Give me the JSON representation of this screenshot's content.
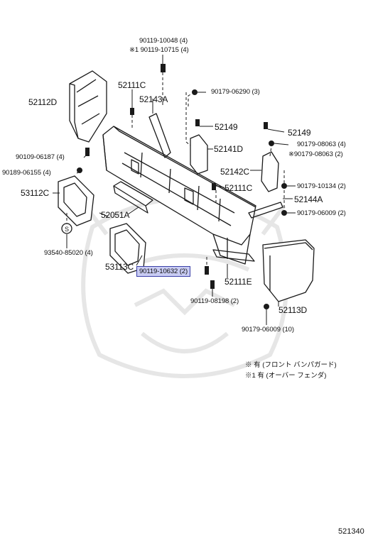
{
  "labels": {
    "p_90119_10048": "90119-10048 (4)",
    "p_90119_10715": "※1 90119-10715 (4)",
    "p_52111C_top": "52111C",
    "p_52143A": "52143A",
    "p_90179_06290": "90179-06290 (3)",
    "p_52112D": "52112D",
    "p_52149_a": "52149",
    "p_52149_b": "52149",
    "p_52141D": "52141D",
    "p_90179_08063_4": "90179-08063 (4)",
    "p_90179_08063_2": "※90179-08063 (2)",
    "p_90109_06187": "90109-06187 (4)",
    "p_52142C": "52142C",
    "p_90189_06155": "90189-06155 (4)",
    "p_52111C_mid": "52111C",
    "p_90179_10134": "90179-10134 (2)",
    "p_53112C": "53112C",
    "p_52144A": "52144A",
    "p_52051A": "52051A",
    "p_90179_06009_2": "90179-06009 (2)",
    "p_93540_85020": "93540-85020 (4)",
    "p_53113C": "53113C",
    "p_90119_10632": "90119-10632 (2)",
    "p_52111E": "52111E",
    "p_90119_08198": "90119-08198 (2)",
    "p_52113D": "52113D",
    "p_90179_06009_10": "90179-06009 (10)",
    "note1": "※  有 (フロント  バンパガード)",
    "note2": "※1 有 (オーバー  フェンダ)",
    "diagram_code": "521340"
  },
  "colors": {
    "line": "#1a1a1a",
    "highlight_fill": "#c9ccf3",
    "highlight_border": "#3a3fa8",
    "watermark": "#e6e6e6"
  }
}
